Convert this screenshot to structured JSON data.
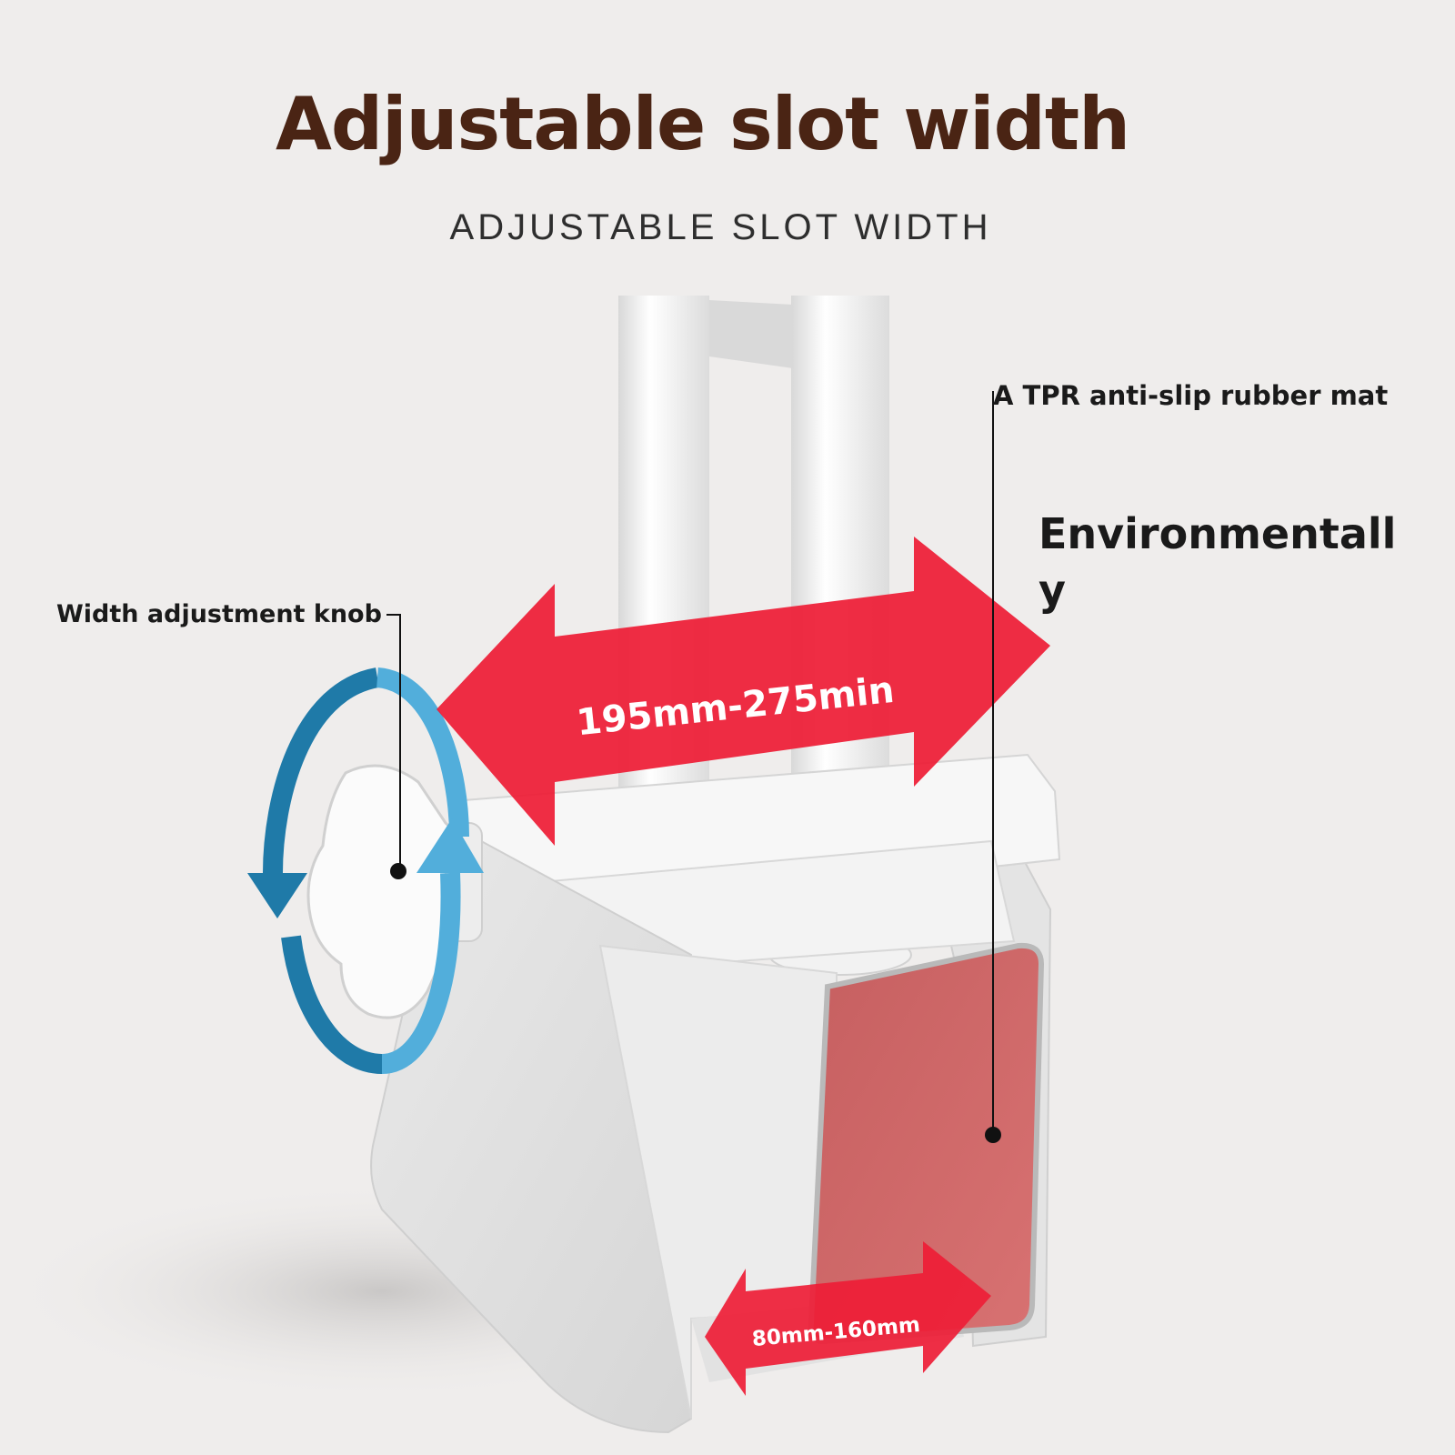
{
  "header": {
    "title": "Adjustable slot width",
    "subtitle": "ADJUSTABLE SLOT WIDTH"
  },
  "callouts": {
    "mat": "A TPR anti-slip rubber mat",
    "environmental": "Environmentall y",
    "knob": "Width adjustment knob"
  },
  "dimensions": {
    "upper_range": "195mm-275min",
    "lower_range": "80mm-160mm"
  },
  "colors": {
    "title": "#4a2414",
    "arrow_red": "#ee1d36",
    "rotate_blue_dark": "#1f7aa8",
    "rotate_blue_light": "#52aedb",
    "mat_pad": "#cf6868",
    "bracket_white": "#f8f8f8"
  },
  "icons": {
    "rotation": "rotate-arrows-icon",
    "double_arrow": "double-arrow-icon"
  }
}
